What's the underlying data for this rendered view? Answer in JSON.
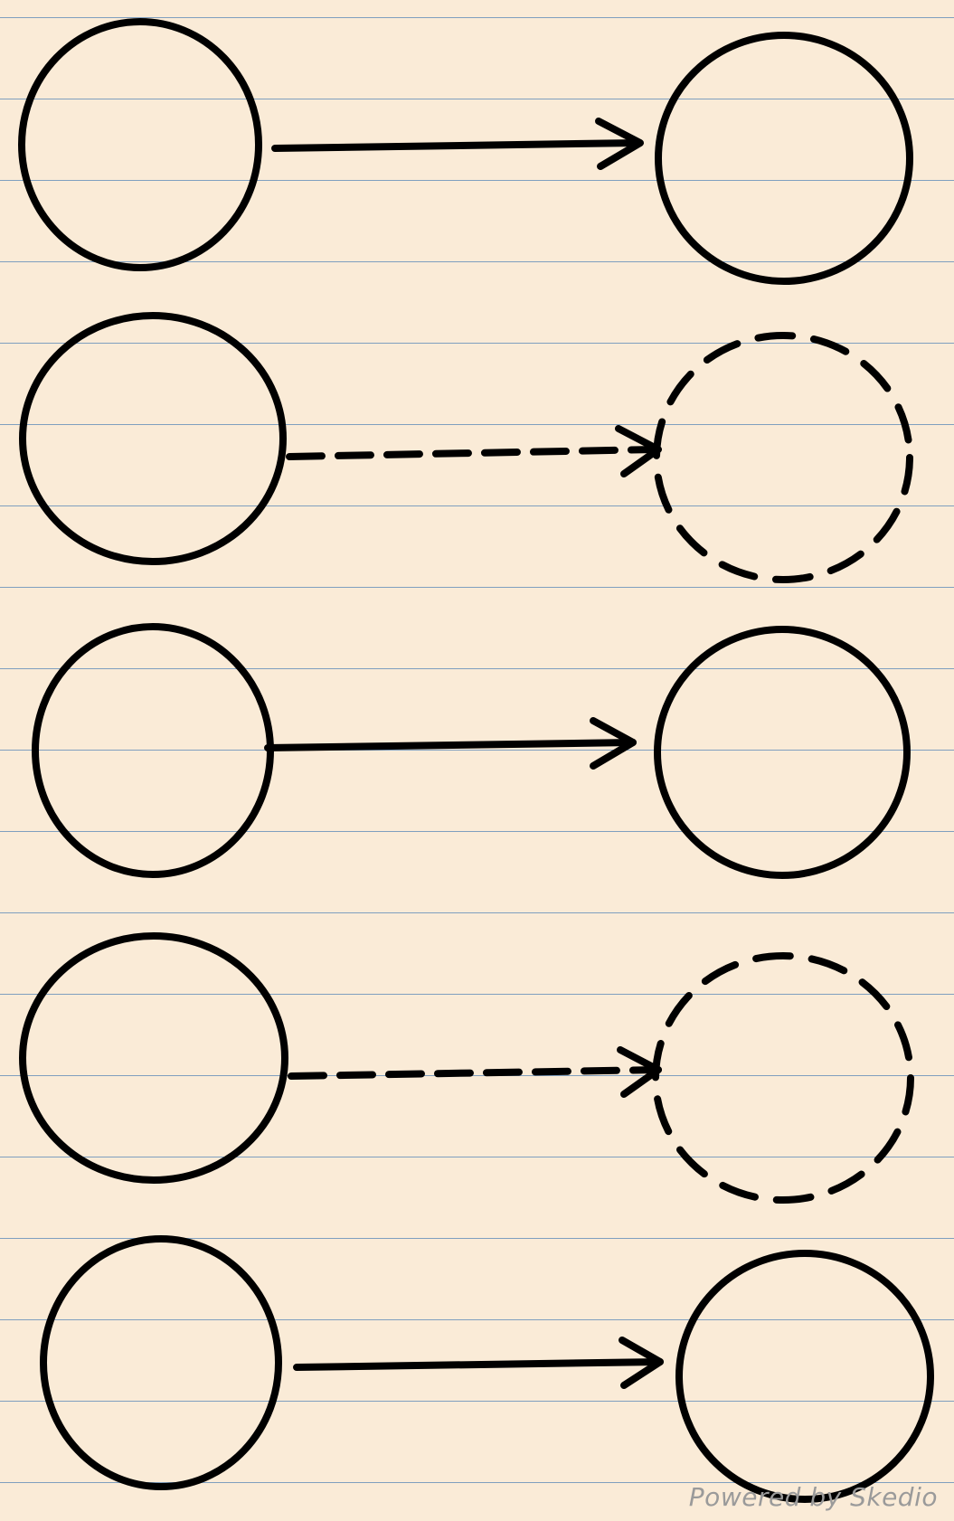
{
  "watermark": {
    "text": "Powered by Skedio"
  },
  "colors": {
    "paper": "#faebd7",
    "rule_line": "#7f9fbf",
    "ink": "#000000",
    "watermark": "#9a9a9a"
  },
  "rows": [
    {
      "source": "circle-solid",
      "arrow": "solid",
      "target": "circle-solid"
    },
    {
      "source": "circle-solid",
      "arrow": "dashed",
      "target": "circle-dashed"
    },
    {
      "source": "circle-solid",
      "arrow": "solid",
      "target": "circle-solid"
    },
    {
      "source": "circle-solid",
      "arrow": "dashed",
      "target": "circle-dashed"
    },
    {
      "source": "circle-solid",
      "arrow": "solid",
      "target": "circle-solid"
    }
  ]
}
